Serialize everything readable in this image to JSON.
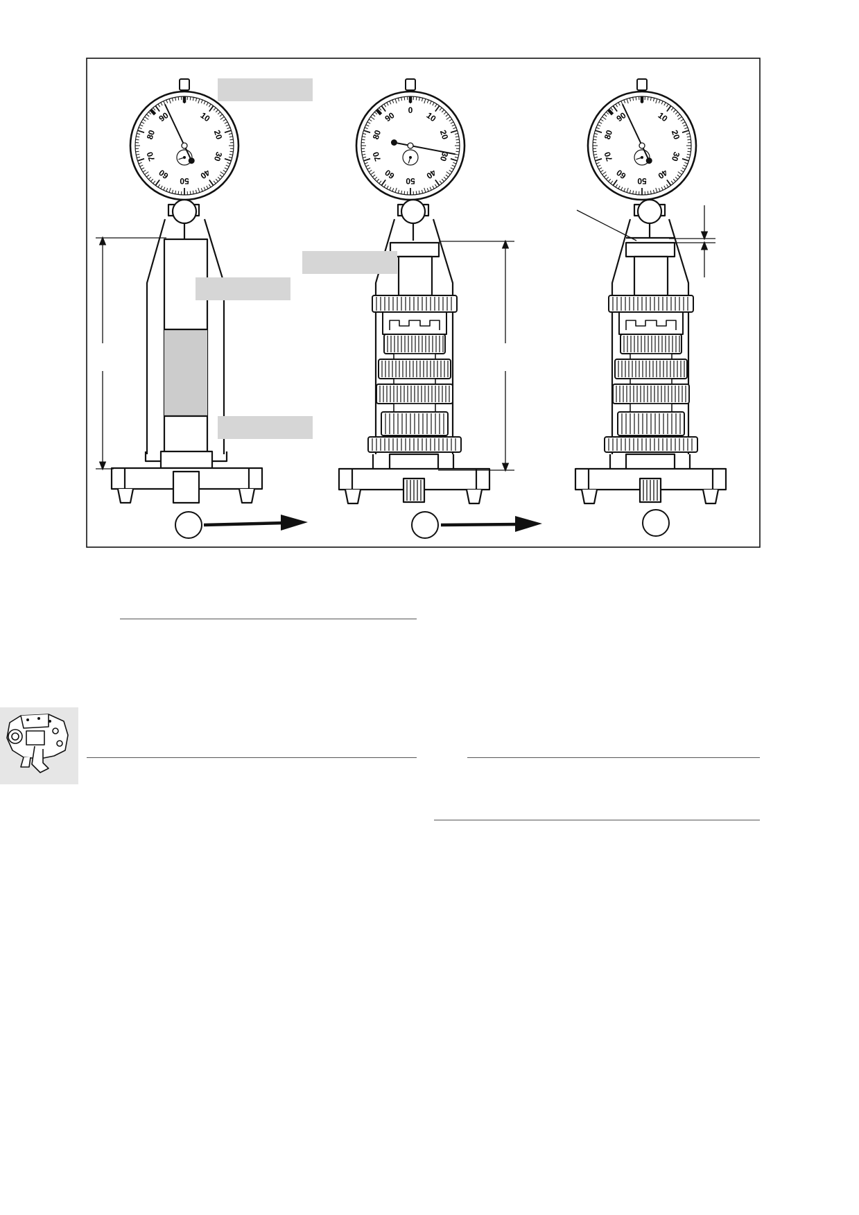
{
  "figure": {
    "dial_scale_labels": [
      "0",
      "10",
      "20",
      "30",
      "40",
      "50",
      "60",
      "70",
      "80",
      "90"
    ],
    "gauges": [
      {
        "id": "step-1",
        "big_pointer_value": 93,
        "small_pointer_value": 7
      },
      {
        "id": "step-2",
        "big_pointer_value": 28,
        "small_pointer_value": 5.5
      },
      {
        "id": "step-3",
        "big_pointer_value": 93,
        "small_pointer_value": 7
      }
    ],
    "colors": {
      "line": "#111111",
      "label_box": "#d6d6d6",
      "gauge_block": "#cccccc",
      "rule": "#555555",
      "thumb_bg": "#e6e6e6"
    },
    "icons": [
      "dial-indicator-icon",
      "arrow-right-icon",
      "callout-circle-icon",
      "transmission-thumbnail-icon"
    ]
  }
}
